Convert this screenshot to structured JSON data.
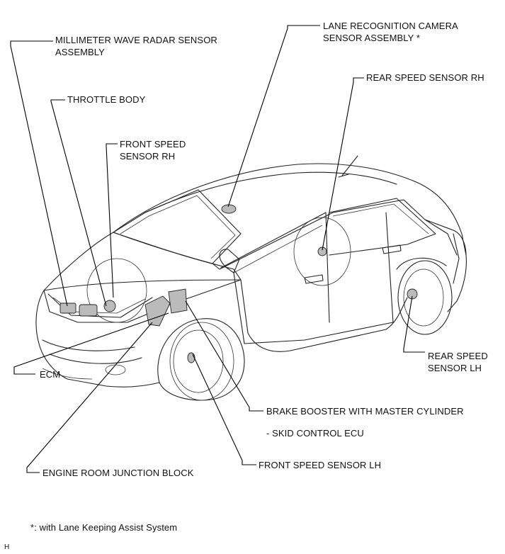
{
  "labels": {
    "radar": "MILLIMETER WAVE RADAR SENSOR\nASSEMBLY",
    "throttle": "THROTTLE BODY",
    "front_speed_rh": "FRONT SPEED\nSENSOR RH",
    "camera": "LANE RECOGNITION CAMERA\nSENSOR ASSEMBLY *",
    "rear_speed_rh": "REAR SPEED SENSOR RH",
    "rear_speed_lh": "REAR SPEED\nSENSOR LH",
    "ecm": "ECM",
    "brake_booster": "BRAKE BOOSTER WITH MASTER CYLINDER",
    "skid_control": "- SKID CONTROL ECU",
    "front_speed_lh": "FRONT SPEED SENSOR LH",
    "junction_block": "ENGINE ROOM JUNCTION BLOCK"
  },
  "footnote": "*: with Lane Keeping Assist System",
  "corner_mark": "H"
}
